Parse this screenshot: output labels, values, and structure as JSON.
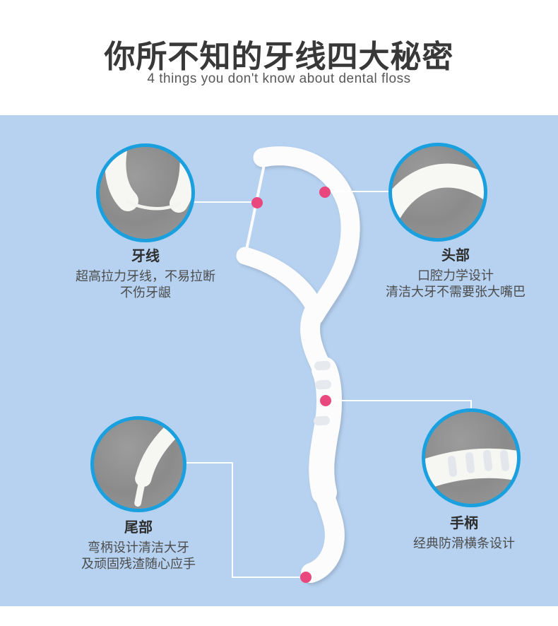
{
  "header": {
    "title": "你所不知的牙线四大秘密",
    "subtitle": "4 things you don't know about dental floss"
  },
  "callouts": {
    "floss": {
      "label": "牙线",
      "lines": [
        "超高拉力牙线，不易拉断",
        "不伤牙龈"
      ]
    },
    "head": {
      "label": "头部",
      "lines": [
        "口腔力学设计",
        "清洁大牙不需要张大嘴巴"
      ]
    },
    "tail": {
      "label": "尾部",
      "lines": [
        "弯柄设计清洁大牙",
        "及顽固残渣随心应手"
      ]
    },
    "handle": {
      "label": "手柄",
      "lines": [
        "经典防滑横条设计"
      ]
    }
  },
  "colors": {
    "background": "#b6d2f0",
    "circle_border": "#1aa0de",
    "circle_fill": "#8d8d8d",
    "marker_dot": "#e8487e",
    "connector_line": "#ffffff",
    "title_text": "#383838",
    "body_text": "#4c4c4c"
  }
}
